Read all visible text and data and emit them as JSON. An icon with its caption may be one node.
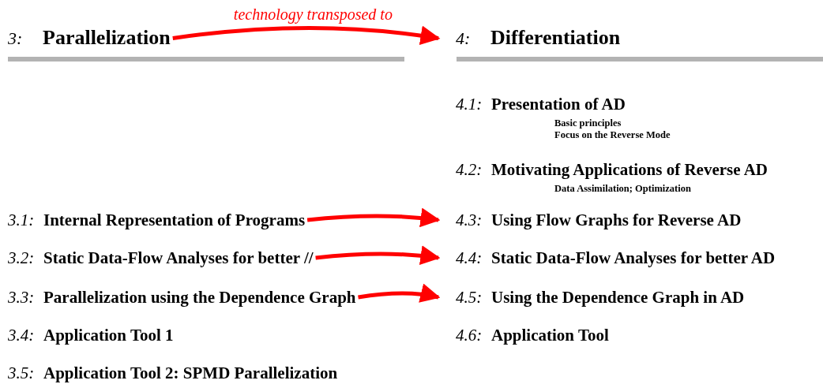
{
  "diagram": {
    "nodes": [
      {
        "text": [
          "3:",
          "Parallelization"
        ]
      },
      {
        "text": [
          "4:",
          "Differentiation"
        ]
      },
      {
        "text": [
          "4.1:",
          "Presentation of AD",
          "Basic principles",
          "Focus on the Reverse Mode"
        ]
      },
      {
        "text": [
          "4.2:",
          "Motivating Applications of Reverse AD",
          "Data Assimilation; Optimization"
        ]
      },
      {
        "text": [
          "3.1:",
          "Internal Representation of Programs"
        ]
      },
      {
        "text": [
          "4.3:",
          "Using Flow Graphs for Reverse AD"
        ]
      },
      {
        "text": [
          "3.2:",
          "Static Data-Flow Analyses for better //"
        ]
      },
      {
        "text": [
          "4.4:",
          "Static Data-Flow Analyses for better AD"
        ]
      },
      {
        "text": [
          "3.3:",
          "Parallelization using the Dependence Graph"
        ]
      },
      {
        "text": [
          "4.5:",
          "Using the Dependence Graph in AD"
        ]
      },
      {
        "text": [
          "3.4:",
          "Application Tool 1"
        ]
      },
      {
        "text": [
          "4.6:",
          "Application Tool"
        ]
      },
      {
        "text": [
          "3.5:",
          "Application Tool 2: SPMD Parallelization"
        ]
      }
    ],
    "edges": [
      {
        "from": 0,
        "to": 1,
        "arrow": "to",
        "label": "technology transposed to"
      },
      {
        "from": 4,
        "to": 5,
        "arrow": "to"
      },
      {
        "from": 6,
        "to": 7,
        "arrow": "to"
      },
      {
        "from": 8,
        "to": 9,
        "arrow": "to"
      }
    ]
  }
}
